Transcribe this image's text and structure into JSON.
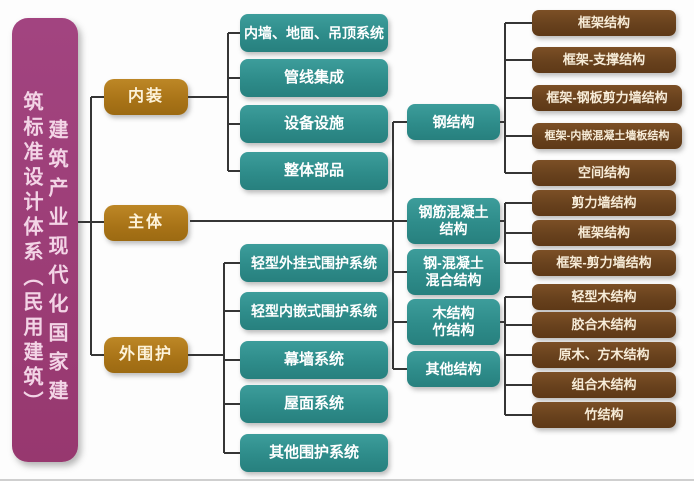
{
  "colors": {
    "root_purple": "#9B3B74",
    "level1_gold": "#AD771C",
    "level2_teal": "#2E8F8D",
    "leaf_brown": "#6B4420",
    "connector_line": "#353535",
    "background": "#FDFDFD"
  },
  "root": {
    "title_right_column": "建筑产业现代化国家建",
    "title_left_column": "筑标准设计体系（民用建筑）"
  },
  "branches": {
    "interior": {
      "label": "内装",
      "children": [
        {
          "label": "内墙、地面、吊顶系统"
        },
        {
          "label": "管线集成"
        },
        {
          "label": "设备设施"
        },
        {
          "label": "整体部品"
        }
      ]
    },
    "main": {
      "label": "主体",
      "children": [
        {
          "label": "钢结构",
          "children": [
            {
              "label": "框架结构"
            },
            {
              "label": "框架-支撑结构"
            },
            {
              "label": "框架-钢板剪力墙结构"
            },
            {
              "label": "框架-内嵌混凝土墙板结构"
            },
            {
              "label": "空间结构"
            }
          ]
        },
        {
          "label": "钢筋混凝土\n结构",
          "children": [
            {
              "label": "剪力墙结构"
            },
            {
              "label": "框架结构"
            },
            {
              "label": "框架-剪力墙结构"
            }
          ]
        },
        {
          "label": "钢-混凝土\n混合结构",
          "children": []
        },
        {
          "label": "木结构\n竹结构",
          "children": [
            {
              "label": "轻型木结构"
            },
            {
              "label": "胶合木结构"
            },
            {
              "label": "原木、方木结构"
            },
            {
              "label": "组合木结构"
            },
            {
              "label": "竹结构"
            }
          ]
        },
        {
          "label": "其他结构",
          "children": []
        }
      ]
    },
    "envelope": {
      "label": "外围护",
      "children": [
        {
          "label": "轻型外挂式围护系统"
        },
        {
          "label": "轻型内嵌式围护系统"
        },
        {
          "label": "幕墙系统"
        },
        {
          "label": "屋面系统"
        },
        {
          "label": "其他围护系统"
        }
      ]
    }
  }
}
